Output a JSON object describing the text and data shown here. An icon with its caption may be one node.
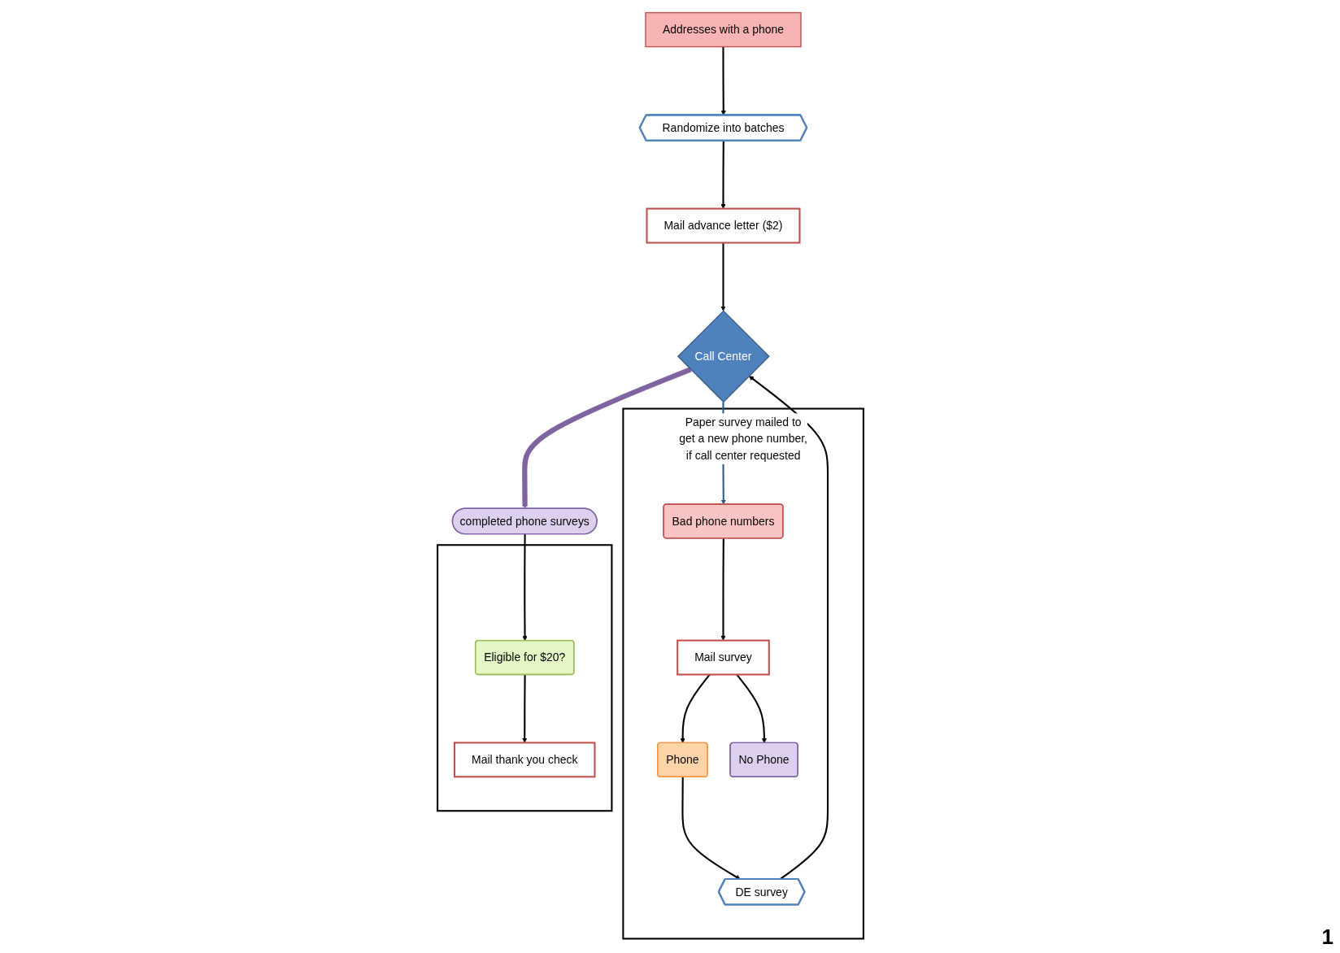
{
  "diagram": {
    "nodes": [
      {
        "text": [
          "Addresses with a phone"
        ]
      },
      {
        "text": [
          "Randomize into batches"
        ]
      },
      {
        "text": [
          "Mail advance letter ($2)"
        ]
      },
      {
        "text": [
          "Call Center"
        ]
      },
      {
        "text": [
          "Paper survey mailed to get a new phone number, if call center requested"
        ]
      },
      {
        "text": [
          "Bad phone numbers"
        ],
        "in": 4
      },
      {
        "text": [
          "Mail survey"
        ],
        "in": 4
      },
      {
        "text": [
          "DE survey"
        ],
        "in": 4
      },
      {
        "text": [
          "Phone"
        ],
        "in": 4
      },
      {
        "text": [
          "No Phone"
        ],
        "in": 4
      },
      {
        "text": [
          "completed phone surveys"
        ]
      },
      {
        "text": [],
        "shape": "box"
      },
      {
        "text": [
          "Eligible for $20?"
        ],
        "in": 11
      },
      {
        "text": [
          "Mail thank you check"
        ],
        "in": 11
      }
    ],
    "edges": [
      {
        "from": 0,
        "to": 1,
        "arrow": "to"
      },
      {
        "from": 1,
        "to": 2,
        "arrow": "to"
      },
      {
        "from": 2,
        "to": 3,
        "arrow": "to"
      },
      {
        "from": 3,
        "to": 5,
        "arrow": "to",
        "color": "#2e5c8a"
      },
      {
        "from": 5,
        "to": 6,
        "arrow": "to"
      },
      {
        "from": 6,
        "to": 8,
        "arrow": "to"
      },
      {
        "from": 6,
        "to": 9,
        "arrow": "to"
      },
      {
        "from": 8,
        "to": 7,
        "arrow": "to"
      },
      {
        "from": 7,
        "to": 3,
        "arrow": "to"
      },
      {
        "from": 3,
        "to": 10,
        "arrow": "to",
        "style": "thick",
        "color": "#8064a2"
      },
      {
        "from": 10,
        "to": 12,
        "arrow": "to"
      },
      {
        "from": 12,
        "to": 13,
        "arrow": "to"
      }
    ],
    "labels": [
      "1"
    ]
  }
}
